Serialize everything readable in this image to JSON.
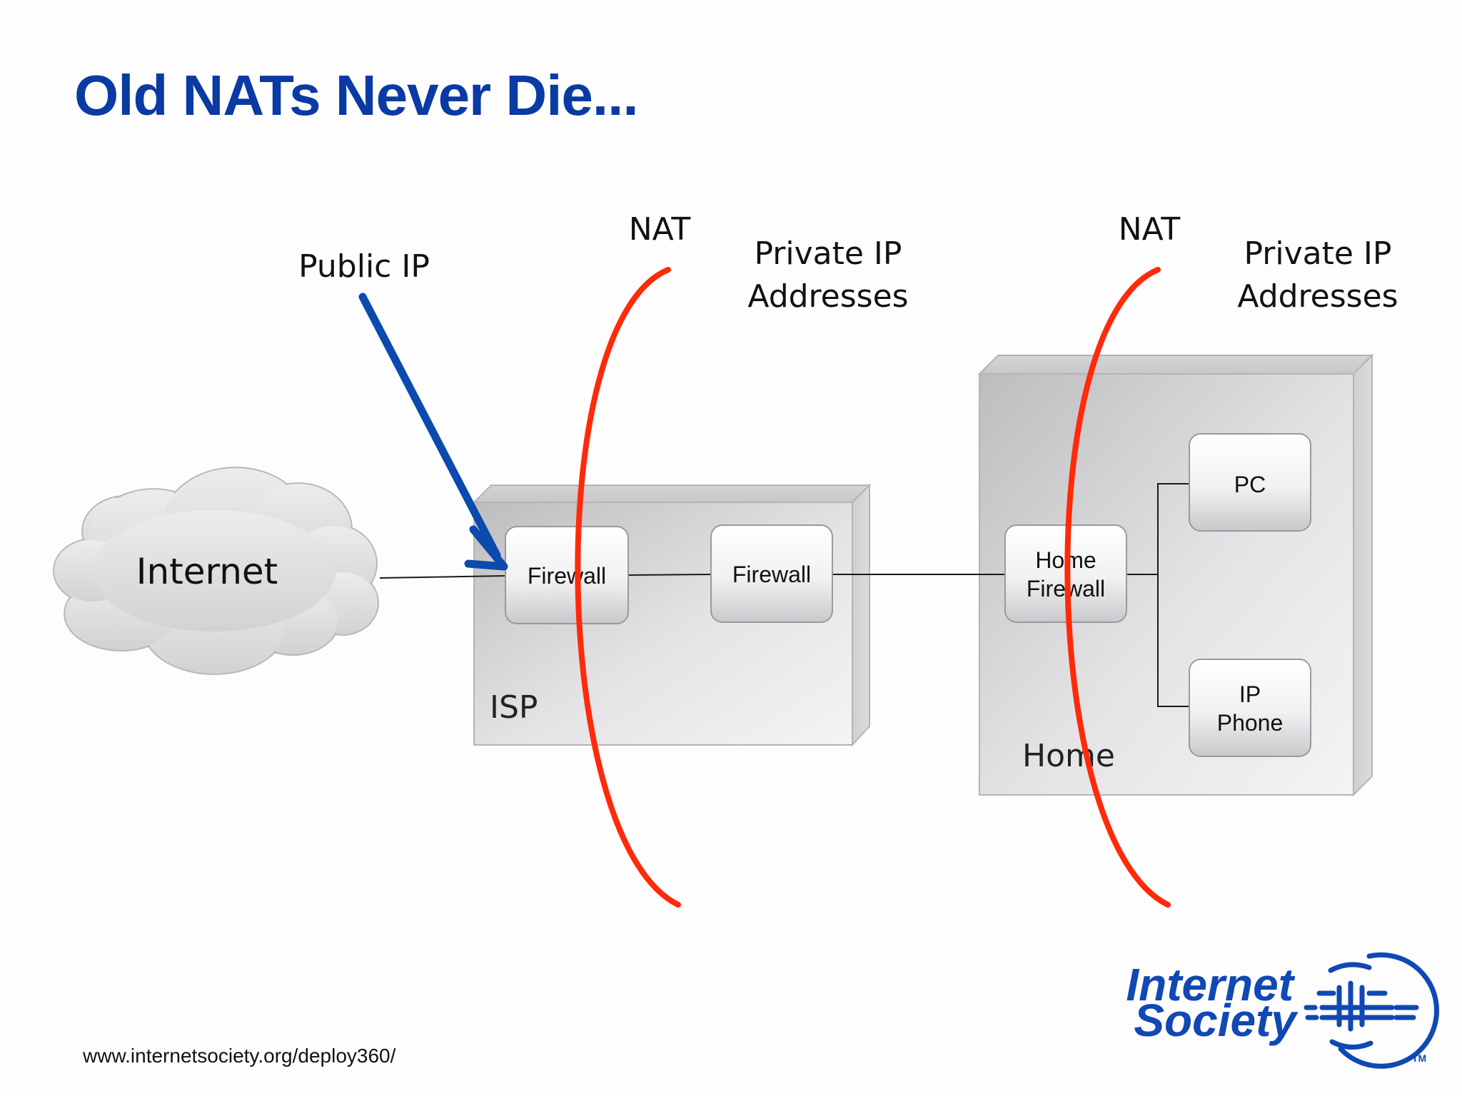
{
  "slide": {
    "title": "Old NATs Never Die...",
    "footer_url": "www.internetsociety.org/deploy360/"
  },
  "diagram": {
    "cloud_label": "Internet",
    "public_ip_label": "Public IP",
    "isp": {
      "label": "ISP",
      "firewall_1": "Firewall",
      "firewall_2": "Firewall"
    },
    "home": {
      "label": "Home",
      "firewall_line1": "Home",
      "firewall_line2": "Firewall",
      "pc": "PC",
      "phone_line1": "IP",
      "phone_line2": "Phone"
    },
    "nat_1": {
      "label": "NAT",
      "private_line1": "Private IP",
      "private_line2": "Addresses"
    },
    "nat_2": {
      "label": "NAT",
      "private_line1": "Private IP",
      "private_line2": "Addresses"
    }
  },
  "logo": {
    "line1": "Internet",
    "line2": "Society",
    "trademark": "TM"
  },
  "colors": {
    "title": "#0a3aa3",
    "nat_curve": "#ff2a0a",
    "public_ip_arrow": "#0b4aae",
    "logo": "#1048b4"
  }
}
